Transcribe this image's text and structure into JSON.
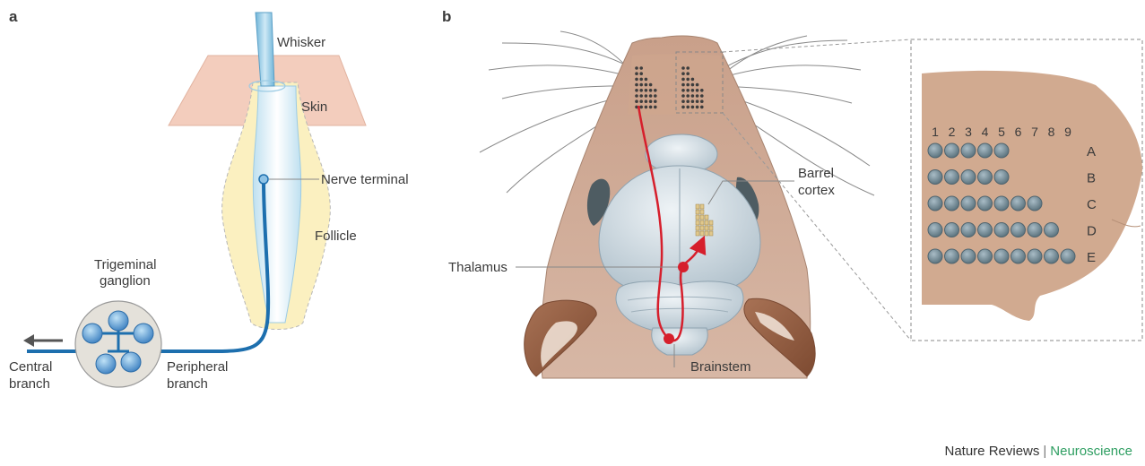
{
  "panel_a": {
    "letter": "a",
    "labels": {
      "whisker": "Whisker",
      "skin": "Skin",
      "nerve_terminal": "Nerve terminal",
      "follicle": "Follicle",
      "trigeminal_1": "Trigeminal",
      "trigeminal_2": "ganglion",
      "central_1": "Central",
      "central_2": "branch",
      "peripheral_1": "Peripheral",
      "peripheral_2": "branch"
    }
  },
  "panel_b": {
    "letter": "b",
    "labels": {
      "barrel_1": "Barrel",
      "barrel_2": "cortex",
      "thalamus": "Thalamus",
      "brainstem": "Brainstem"
    },
    "inset": {
      "columns": [
        "1",
        "2",
        "3",
        "4",
        "5",
        "6",
        "7",
        "8",
        "9"
      ],
      "rows": [
        {
          "label": "A",
          "count": 5
        },
        {
          "label": "B",
          "count": 5
        },
        {
          "label": "C",
          "count": 7
        },
        {
          "label": "D",
          "count": 8
        },
        {
          "label": "E",
          "count": 9
        }
      ]
    }
  },
  "credit": {
    "publisher": "Nature Reviews",
    "separator": "|",
    "journal": "Neuroscience"
  },
  "colors": {
    "nerve": "#1d6fae",
    "pathway": "#d61f2c",
    "skin": "#f3cdbd",
    "follicle": "#fbf0c0",
    "face": "#c19a84",
    "brain": "#c9d6de",
    "whisker_pad": "#d1aa90",
    "barrel": "#6f8894"
  }
}
